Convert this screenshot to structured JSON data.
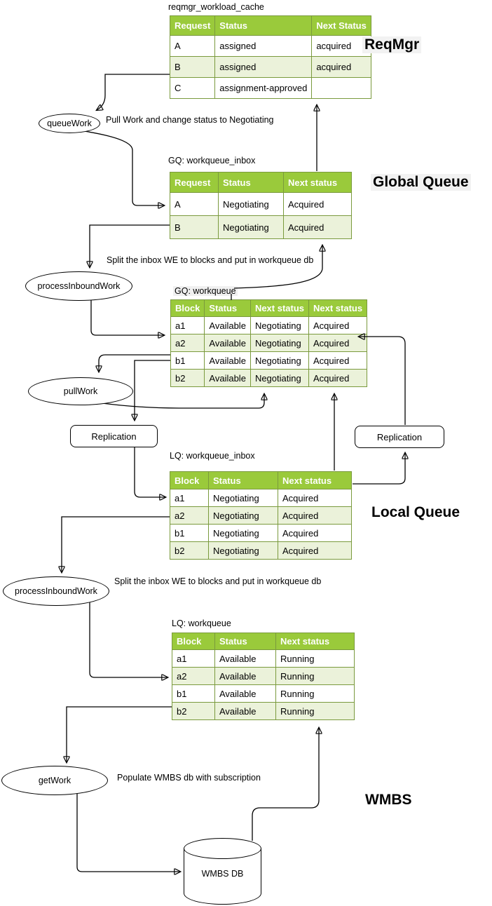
{
  "sections": {
    "reqmgr": "ReqMgr",
    "global_queue": "Global Queue",
    "local_queue": "Local Queue",
    "wmbs": "WMBS"
  },
  "tables": {
    "reqmgr_workload_cache": {
      "title": "reqmgr_workload_cache",
      "headers": [
        "Request",
        "Status",
        "Next Status"
      ],
      "rows": [
        [
          "A",
          "assigned",
          "acquired"
        ],
        [
          "B",
          "assigned",
          "acquired"
        ],
        [
          "C",
          "assignment-approved",
          ""
        ]
      ]
    },
    "gq_workqueue_inbox": {
      "title": "GQ: workqueue_inbox",
      "headers": [
        "Request",
        "Status",
        "Next status"
      ],
      "rows": [
        [
          "A",
          "Negotiating",
          "Acquired"
        ],
        [
          "B",
          "Negotiating",
          "Acquired"
        ]
      ]
    },
    "gq_workqueue": {
      "title": "GQ: workqueue",
      "headers": [
        "Block",
        "Status",
        "Next status",
        "Next status"
      ],
      "rows": [
        [
          "a1",
          "Available",
          "Negotiating",
          "Acquired"
        ],
        [
          "a2",
          "Available",
          "Negotiating",
          "Acquired"
        ],
        [
          "b1",
          "Available",
          "Negotiating",
          "Acquired"
        ],
        [
          "b2",
          "Available",
          "Negotiating",
          "Acquired"
        ]
      ]
    },
    "lq_workqueue_inbox": {
      "title": "LQ: workqueue_inbox",
      "headers": [
        "Block",
        "Status",
        "Next status"
      ],
      "rows": [
        [
          "a1",
          "Negotiating",
          "Acquired"
        ],
        [
          "a2",
          "Negotiating",
          "Acquired"
        ],
        [
          "b1",
          "Negotiating",
          "Acquired"
        ],
        [
          "b2",
          "Negotiating",
          "Acquired"
        ]
      ]
    },
    "lq_workqueue": {
      "title": "LQ: workqueue",
      "headers": [
        "Block",
        "Status",
        "Next status"
      ],
      "rows": [
        [
          "a1",
          "Available",
          "Running"
        ],
        [
          "a2",
          "Available",
          "Running"
        ],
        [
          "b1",
          "Available",
          "Running"
        ],
        [
          "b2",
          "Available",
          "Running"
        ]
      ]
    }
  },
  "nodes": {
    "queue_work": "queueWork",
    "process_inbound_work_1": "processInboundWork",
    "pull_work": "pullWork",
    "replication_left": "Replication",
    "replication_right": "Replication",
    "process_inbound_work_2": "processInboundWork",
    "get_work": "getWork",
    "wmbs_db": "WMBS DB"
  },
  "annotations": {
    "pull_work_note": "Pull Work and change status to Negotiating",
    "split_note_1": "Split the inbox WE to blocks and put in workqueue db",
    "split_note_2": "Split the inbox WE to blocks and put in workqueue db",
    "populate_note": "Populate WMBS db with subscription"
  },
  "colors": {
    "table_header_bg": "#9aca3b",
    "table_border": "#7a9a3d",
    "table_row_alt_bg": "#ebf2da",
    "table_header_text": "#ffffff",
    "node_border": "#000000"
  }
}
